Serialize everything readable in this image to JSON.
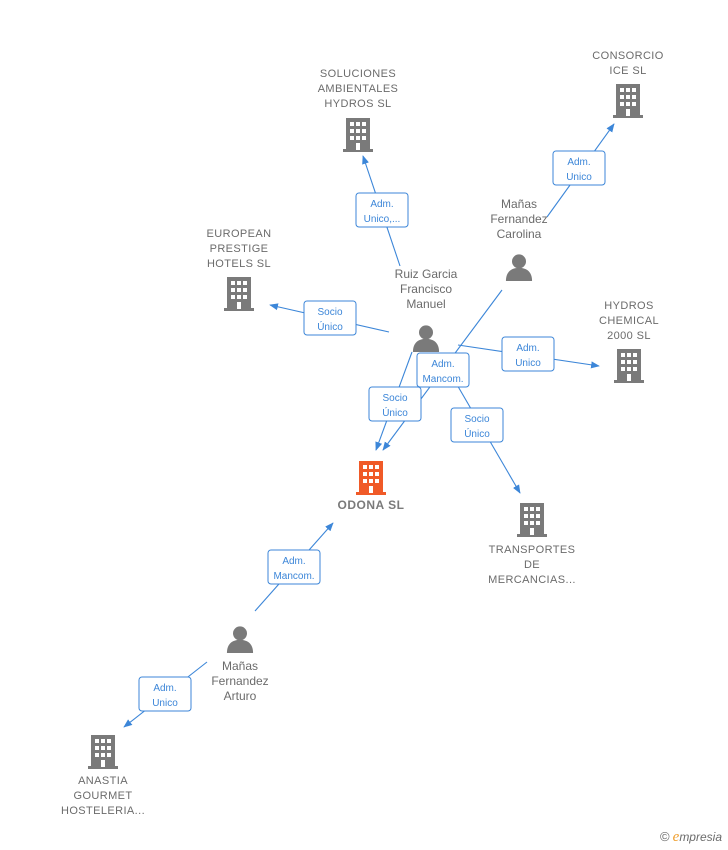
{
  "graph": {
    "companies": [
      {
        "id": "odona",
        "lines": [
          "ODONA  SL"
        ],
        "focus": true,
        "color": "#f05a28"
      },
      {
        "id": "soluciones",
        "lines": [
          "SOLUCIONES",
          "AMBIENTALES",
          "HYDROS  SL"
        ]
      },
      {
        "id": "consorcio",
        "lines": [
          "CONSORCIO",
          "ICE  SL"
        ]
      },
      {
        "id": "european",
        "lines": [
          "EUROPEAN",
          "PRESTIGE",
          "HOTELS  SL"
        ]
      },
      {
        "id": "hydros2000",
        "lines": [
          "HYDROS",
          "CHEMICAL",
          "2000  SL"
        ]
      },
      {
        "id": "transportes",
        "lines": [
          "TRANSPORTES",
          "DE",
          "MERCANCIAS..."
        ]
      },
      {
        "id": "anastia",
        "lines": [
          "ANASTIA",
          "GOURMET",
          "HOSTELERIA..."
        ]
      }
    ],
    "persons": [
      {
        "id": "ruiz",
        "lines": [
          "Ruiz Garcia",
          "Francisco",
          "Manuel"
        ]
      },
      {
        "id": "mana_carolina",
        "lines": [
          "Mañas",
          "Fernandez",
          "Carolina"
        ]
      },
      {
        "id": "mana_arturo",
        "lines": [
          "Mañas",
          "Fernandez",
          "Arturo"
        ]
      }
    ],
    "relations": [
      {
        "id": "r1",
        "from": "ruiz",
        "to": "soluciones",
        "lines": [
          "Adm.",
          "Unico,..."
        ]
      },
      {
        "id": "r2",
        "from": "mana_carolina",
        "to": "consorcio",
        "lines": [
          "Adm.",
          "Unico"
        ]
      },
      {
        "id": "r3",
        "from": "ruiz",
        "to": "european",
        "lines": [
          "Socio",
          "Único"
        ]
      },
      {
        "id": "r4",
        "from": "ruiz",
        "to": "hydros2000",
        "lines": [
          "Adm.",
          "Unico"
        ]
      },
      {
        "id": "r5",
        "from": "mana_carolina",
        "to": "odona",
        "lines": [
          "Adm.",
          "Mancom."
        ]
      },
      {
        "id": "r6",
        "from": "ruiz",
        "to": "odona",
        "lines": [
          "Socio",
          "Único"
        ]
      },
      {
        "id": "r7",
        "from": "ruiz",
        "to": "transportes",
        "lines": [
          "Socio",
          "Único"
        ]
      },
      {
        "id": "r8",
        "from": "mana_arturo",
        "to": "odona",
        "lines": [
          "Adm.",
          "Mancom."
        ]
      },
      {
        "id": "r9",
        "from": "mana_arturo",
        "to": "anastia",
        "lines": [
          "Adm.",
          "Unico"
        ]
      }
    ],
    "colors": {
      "edge": "#3c86d8",
      "node": "#7a7a7a",
      "focus": "#f05a28"
    }
  },
  "brand": {
    "copyright": "©",
    "initial": "e",
    "rest": "mpresia"
  }
}
